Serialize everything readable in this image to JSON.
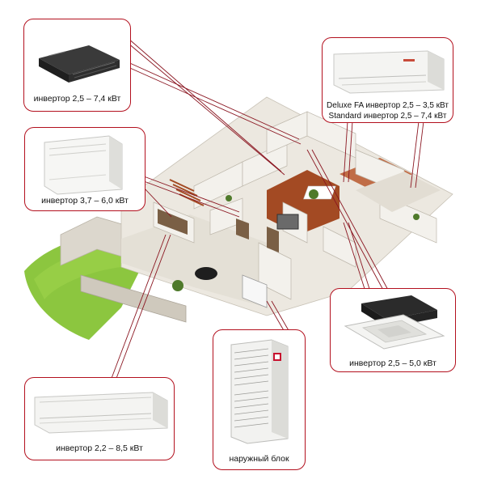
{
  "colors": {
    "frame": "#b3101e",
    "lawn": "#8cc63f",
    "wall": "#e9e6df",
    "floor_wood": "#a34a23",
    "unit_white": "#f4f4f2",
    "unit_dark": "#2b2b2b"
  },
  "units": [
    {
      "id": "ducted",
      "icon": "ducted-unit-icon",
      "caption": [
        "инвертор 2,5 – 7,4 кВт"
      ]
    },
    {
      "id": "wall",
      "icon": "wall-split-unit-icon",
      "caption": [
        "Deluxe FA инвертор 2,5 – 3,5 кВт",
        "Standard инвертор 2,5 – 7,4 кВт"
      ]
    },
    {
      "id": "floor",
      "icon": "floor-console-unit-icon",
      "caption": [
        "инвертор 3,7 – 6,0 кВт"
      ]
    },
    {
      "id": "cassette",
      "icon": "cassette-unit-icon",
      "caption": [
        "инвертор 2,5 – 5,0 кВт"
      ]
    },
    {
      "id": "ceiling",
      "icon": "ceiling-suspended-unit-icon",
      "caption": [
        "инвертор 2,2 – 8,5 кВт"
      ]
    },
    {
      "id": "outdoor",
      "icon": "outdoor-unit-icon",
      "caption": [
        "наружный блок"
      ]
    }
  ]
}
